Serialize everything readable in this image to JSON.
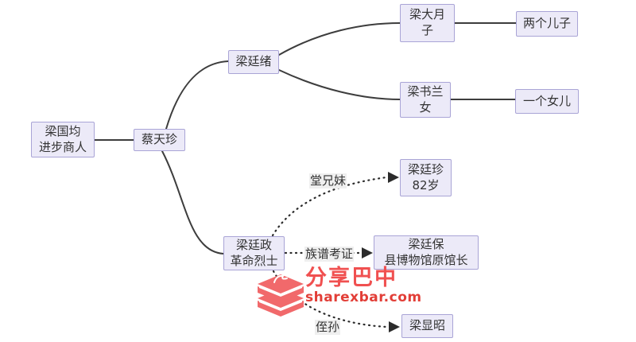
{
  "diagram": {
    "type": "family-tree-mindmap",
    "nodes": [
      {
        "id": "liang-guojun",
        "lines": [
          "梁国均",
          "进步商人"
        ]
      },
      {
        "id": "cai-tianzhen",
        "lines": [
          "蔡天珍"
        ]
      },
      {
        "id": "liang-tingxu",
        "lines": [
          "梁廷绪"
        ]
      },
      {
        "id": "liang-dayuezi",
        "lines": [
          "梁大月",
          "子"
        ]
      },
      {
        "id": "two-sons",
        "lines": [
          "两个儿子"
        ]
      },
      {
        "id": "liang-shulan",
        "lines": [
          "梁书兰",
          "女"
        ]
      },
      {
        "id": "one-daughter",
        "lines": [
          "一个女儿"
        ]
      },
      {
        "id": "liang-tingzhen",
        "lines": [
          "梁廷珍",
          "82岁"
        ]
      },
      {
        "id": "liang-tingzheng",
        "lines": [
          "梁廷政",
          "革命烈士"
        ]
      },
      {
        "id": "liang-tingbao",
        "lines": [
          "梁廷保",
          "县博物馆原馆长"
        ]
      },
      {
        "id": "liang-xianzhao",
        "lines": [
          "梁显昭"
        ]
      }
    ],
    "edge_labels": [
      {
        "text": "堂兄妹"
      },
      {
        "text": "族谱考证"
      },
      {
        "text": "侄孙"
      }
    ],
    "edges": [
      {
        "from": "liang-guojun",
        "to": "cai-tianzhen",
        "style": "solid"
      },
      {
        "from": "cai-tianzhen",
        "to": "liang-tingxu",
        "style": "solid"
      },
      {
        "from": "cai-tianzhen",
        "to": "liang-tingzheng",
        "style": "solid"
      },
      {
        "from": "liang-tingxu",
        "to": "liang-dayuezi",
        "style": "solid"
      },
      {
        "from": "liang-tingxu",
        "to": "liang-shulan",
        "style": "solid"
      },
      {
        "from": "liang-dayuezi",
        "to": "two-sons",
        "style": "solid"
      },
      {
        "from": "liang-shulan",
        "to": "one-daughter",
        "style": "solid"
      },
      {
        "from": "liang-tingzheng",
        "to": "liang-tingzhen",
        "style": "dotted-arrow",
        "label": "堂兄妹"
      },
      {
        "from": "liang-tingzheng",
        "to": "liang-tingbao",
        "style": "dotted-arrow",
        "label": "族谱考证"
      },
      {
        "from": "liang-tingzheng",
        "to": "liang-xianzhao",
        "style": "dotted-arrow",
        "label": "侄孙"
      }
    ]
  },
  "watermark": {
    "site_name": "分享巴中",
    "site_url": "sharexbar.com"
  },
  "colors": {
    "background": "#ffffff",
    "node_fill": "#eceaf8",
    "node_border": "#a9a4d6",
    "edge_stroke": "#3d3d3d",
    "edge_label_bg": "#efefef",
    "text": "#333333",
    "watermark_red": "#f05050",
    "watermark_url_red": "#e23e37"
  }
}
